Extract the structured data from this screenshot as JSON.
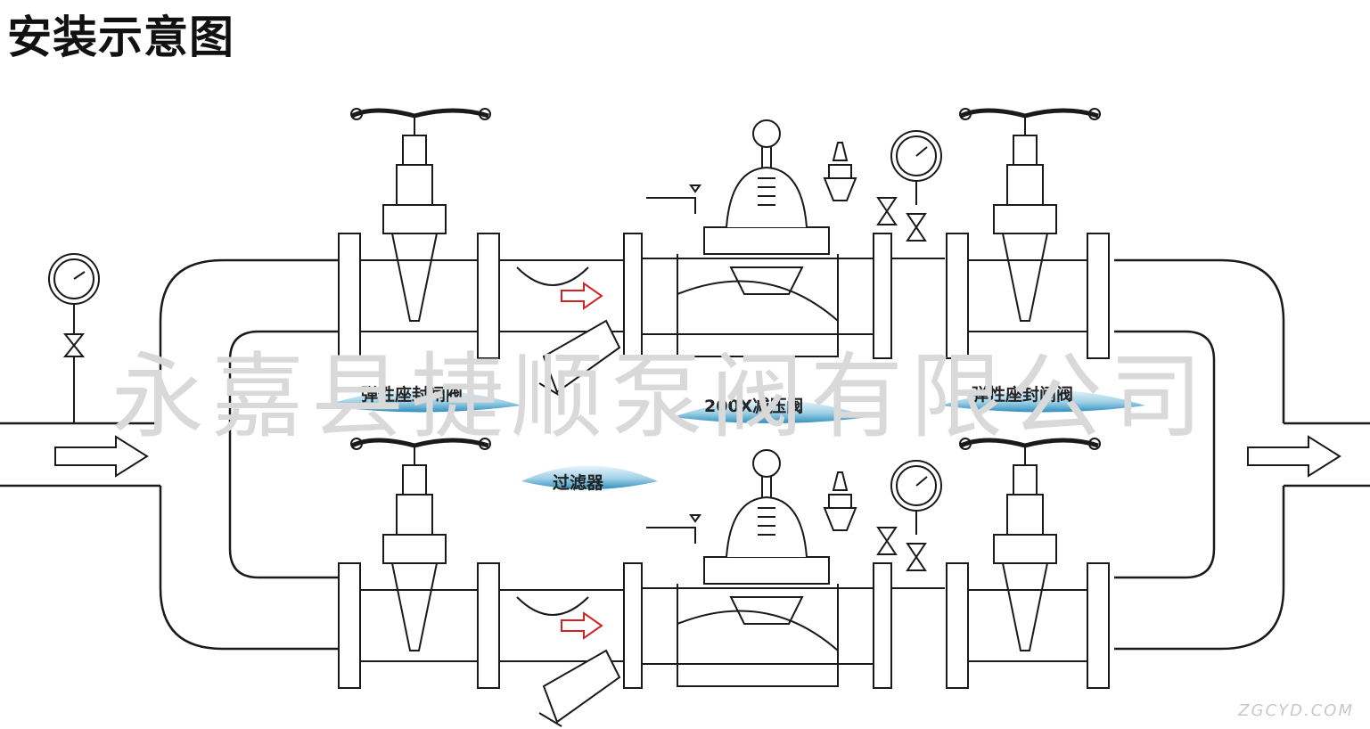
{
  "title": "安装示意图",
  "watermark": "永嘉县捷顺泵阀有限公司",
  "site_mark": "ZGCYD.COM",
  "labels": {
    "gate_valve_left": "弹性座封闸阀",
    "reducing_valve": "200X减压阀",
    "gate_valve_right": "弹性座封闸阀",
    "filter": "过滤器"
  },
  "colors": {
    "line": "#1a1a1a",
    "flow_arrow": "#d22222",
    "label_badge": "#4aa6cf",
    "watermark": "#d9d9d9"
  },
  "icons": [
    "pressure-gauge-icon",
    "needle-valve-icon",
    "handwheel-icon",
    "flow-arrow-icon"
  ]
}
